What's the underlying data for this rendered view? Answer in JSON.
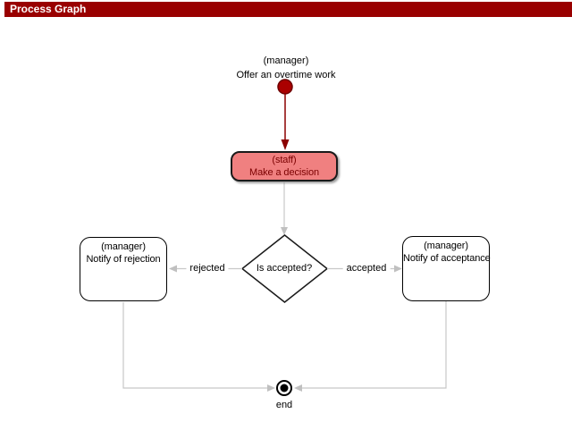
{
  "header": {
    "title": "Process Graph"
  },
  "flow": {
    "start": {
      "role": "(manager)",
      "label": "Offer an overtime work"
    },
    "task": {
      "role": "(staff)",
      "label": "Make a decision"
    },
    "gateway": {
      "label": "Is accepted?"
    },
    "reject": {
      "role": "(manager)",
      "label": "Notify of rejection"
    },
    "accept": {
      "role": "(manager)",
      "label": "Notify of acceptance"
    },
    "edges": {
      "rejected": "rejected",
      "accepted": "accepted"
    },
    "end": {
      "label": "end"
    }
  },
  "colors": {
    "header_bg": "#990000",
    "header_text": "#FFFFFF",
    "start_node_fill": "#AA0000",
    "red_edge": "#8B0000",
    "active_task_fill": "#F08080",
    "active_task_text": "#7B0000",
    "gray_edge": "#C0C0C0",
    "node_border": "#000000"
  }
}
